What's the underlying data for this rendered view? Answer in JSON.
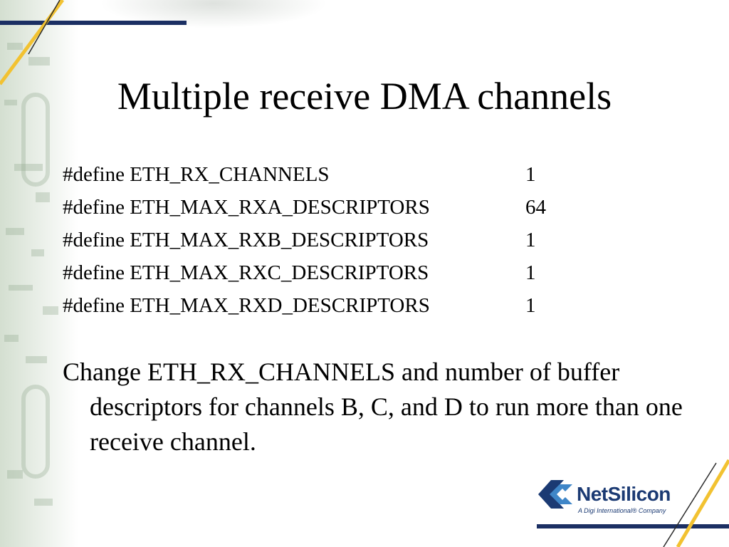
{
  "slide": {
    "title": "Multiple receive DMA channels",
    "defines": [
      {
        "text": "#define ETH_RX_CHANNELS",
        "value": "1"
      },
      {
        "text": "#define ETH_MAX_RXA_DESCRIPTORS",
        "value": "64"
      },
      {
        "text": "#define ETH_MAX_RXB_DESCRIPTORS",
        "value": "1"
      },
      {
        "text": "#define ETH_MAX_RXC_DESCRIPTORS",
        "value": "1"
      },
      {
        "text": "#define ETH_MAX_RXD_DESCRIPTORS",
        "value": "1"
      }
    ],
    "body": "Change ETH_RX_CHANNELS and number of buffer descriptors for channels B, C, and D to run more than one receive channel."
  },
  "logo": {
    "name": "NetSilicon",
    "tagline": "A Digi International® Company",
    "icon": "netsilicon-logo-icon"
  },
  "colors": {
    "accent_navy": "#1b2f63",
    "accent_gold": "#f2c231",
    "logo_blue": "#1b3a73",
    "logo_light_blue": "#3f86c8"
  }
}
